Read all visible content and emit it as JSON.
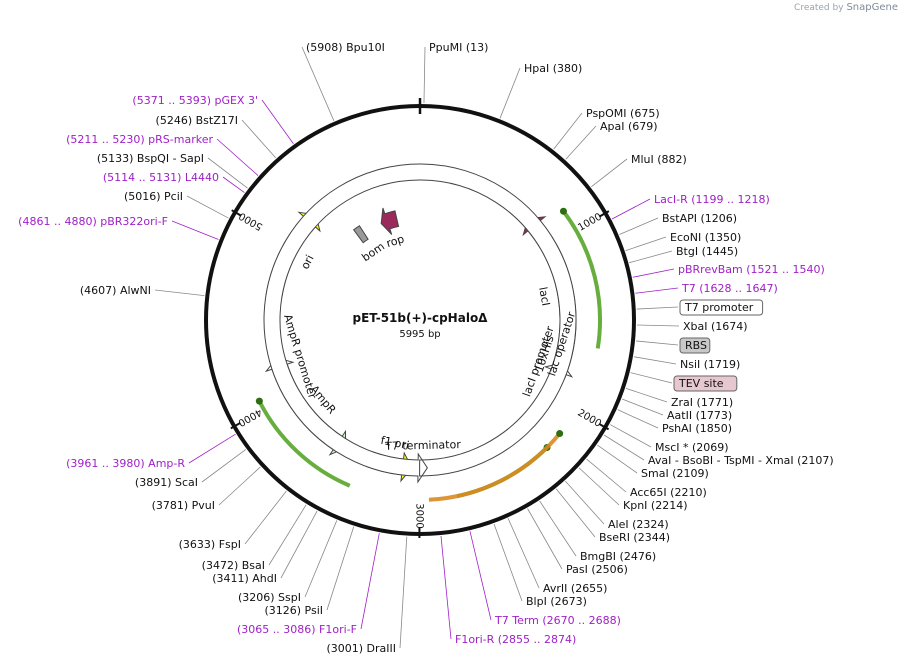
{
  "credit": {
    "prefix": "Created by",
    "brand": "SnapGene"
  },
  "plasmid": {
    "name": "pET-51b(+)-cpHaloΔ",
    "length": 5995,
    "length_label": "5995 bp"
  },
  "colors": {
    "enzyme": "#111111",
    "primer": "#a020c8",
    "feature_purple": "#9b2a5c",
    "promoter_green": "#57a52a",
    "term_orange": "#d98a1f",
    "ori_yellow": "#ffff00",
    "amp_green": "#c8f7c8"
  },
  "ticks": [
    {
      "bp": 1000,
      "label": "1000"
    },
    {
      "bp": 2000,
      "label": "2000"
    },
    {
      "bp": 3000,
      "label": "3000"
    },
    {
      "bp": 4000,
      "label": "4000"
    },
    {
      "bp": 5000,
      "label": "5000"
    }
  ],
  "features": [
    {
      "name": "lacI",
      "start": 780,
      "end": 1860,
      "dir": -1,
      "color": "#9b2a5c",
      "label": "lacI",
      "label_color": "#ffffff"
    },
    {
      "name": "lacI-promoter",
      "start": 1780,
      "end": 1860,
      "dir": -1,
      "color": "#ffffff",
      "label": "lacI promoter",
      "label_color": "#111111"
    },
    {
      "name": "rop",
      "start": 5630,
      "end": 5780,
      "dir": -1,
      "color": "#9b2a5c",
      "label": "rop",
      "label_color": "#111111"
    },
    {
      "name": "bom",
      "start": 5390,
      "end": 5450,
      "dir": 0,
      "color": "#999999",
      "label": "bom",
      "label_color": "#111111"
    },
    {
      "name": "ori",
      "start": 4650,
      "end": 5250,
      "dir": 1,
      "color": "#ffff00",
      "label": "ori",
      "label_color": "#111111"
    },
    {
      "name": "AmpR-promoter",
      "start": 4180,
      "end": 4250,
      "dir": 1,
      "color": "#ffffff",
      "label": "AmpR promoter",
      "label_color": "#111111"
    },
    {
      "name": "AmpR",
      "start": 3500,
      "end": 4180,
      "dir": -1,
      "color": "#c8f7c8",
      "label": "AmpR",
      "label_color": "#111111"
    },
    {
      "name": "f1-ori",
      "start": 3050,
      "end": 3330,
      "dir": -1,
      "color": "#ffff00",
      "label": "f1 ori",
      "label_color": "#111111"
    },
    {
      "name": "T7-terminator",
      "start": 2950,
      "end": 3000,
      "dir": -1,
      "color": "#ffffff",
      "label": "T7 terminator",
      "label_color": "#111111"
    }
  ],
  "arcs": [
    {
      "start": 880,
      "end": 1650,
      "dir": -1,
      "color": "#57a52a"
    },
    {
      "start": 2250,
      "end": 2800,
      "dir": -1,
      "color": "#57a52a"
    },
    {
      "start": 3380,
      "end": 4050,
      "dir": 1,
      "color": "#57a52a"
    },
    {
      "start": 2150,
      "end": 2950,
      "dir": -1,
      "color": "#d98a1f"
    }
  ],
  "labels": [
    {
      "text": "(5908)  Bpu10I",
      "kind": "enzyme"
    },
    {
      "text": "PpuMI  (13)",
      "kind": "enzyme"
    },
    {
      "text": "HpaI  (380)",
      "kind": "enzyme"
    },
    {
      "text": "PspOMI  (675)",
      "kind": "enzyme"
    },
    {
      "text": "ApaI  (679)",
      "kind": "enzyme"
    },
    {
      "text": "MluI  (882)",
      "kind": "enzyme"
    },
    {
      "text": "LacI-R  (1199 .. 1218)",
      "kind": "primer"
    },
    {
      "text": "BstAPI  (1206)",
      "kind": "enzyme"
    },
    {
      "text": "EcoNI  (1350)",
      "kind": "enzyme"
    },
    {
      "text": "BtgI  (1445)",
      "kind": "enzyme"
    },
    {
      "text": "pBRrevBam  (1521 .. 1540)",
      "kind": "primer"
    },
    {
      "text": "T7  (1628 .. 1647)",
      "kind": "primer"
    },
    {
      "text": "T7 promoter",
      "kind": "boxed"
    },
    {
      "text": "XbaI  (1674)",
      "kind": "enzyme"
    },
    {
      "text": "RBS",
      "kind": "boxed-gray"
    },
    {
      "text": "NsiI  (1719)",
      "kind": "enzyme"
    },
    {
      "text": "TEV site",
      "kind": "boxed-pink"
    },
    {
      "text": "ZraI  (1771)",
      "kind": "enzyme"
    },
    {
      "text": "AatII  (1773)",
      "kind": "enzyme"
    },
    {
      "text": "PshAI  (1850)",
      "kind": "enzyme"
    },
    {
      "text": "MscI *  (2069)",
      "kind": "enzyme"
    },
    {
      "text": "AvaI  - BsoBI  - TspMI  - XmaI  (2107)",
      "kind": "enzyme"
    },
    {
      "text": "SmaI  (2109)",
      "kind": "enzyme"
    },
    {
      "text": "Acc65I  (2210)",
      "kind": "enzyme"
    },
    {
      "text": "KpnI  (2214)",
      "kind": "enzyme"
    },
    {
      "text": "AleI  (2324)",
      "kind": "enzyme"
    },
    {
      "text": "BseRI  (2344)",
      "kind": "enzyme"
    },
    {
      "text": "BmgBI  (2476)",
      "kind": "enzyme"
    },
    {
      "text": "PasI  (2506)",
      "kind": "enzyme"
    },
    {
      "text": "AvrII  (2655)",
      "kind": "enzyme"
    },
    {
      "text": "BlpI  (2673)",
      "kind": "enzyme"
    },
    {
      "text": "T7 Term  (2670 .. 2688)",
      "kind": "primer"
    },
    {
      "text": "F1ori-R  (2855 .. 2874)",
      "kind": "primer"
    },
    {
      "text": "(3001)  DraIII",
      "kind": "enzyme"
    },
    {
      "text": "(3065 .. 3086)  F1ori-F",
      "kind": "primer"
    },
    {
      "text": "(3126)  PsiI",
      "kind": "enzyme"
    },
    {
      "text": "(3206)  SspI",
      "kind": "enzyme"
    },
    {
      "text": "(3411)  AhdI",
      "kind": "enzyme"
    },
    {
      "text": "(3472)  BsaI",
      "kind": "enzyme"
    },
    {
      "text": "(3633)  FspI",
      "kind": "enzyme"
    },
    {
      "text": "(3781)  PvuI",
      "kind": "enzyme"
    },
    {
      "text": "(3891)  ScaI",
      "kind": "enzyme"
    },
    {
      "text": "(3961 .. 3980)  Amp-R",
      "kind": "primer"
    },
    {
      "text": "(4607)  AlwNI",
      "kind": "enzyme"
    },
    {
      "text": "(4861 .. 4880)  pBR322ori-F",
      "kind": "primer"
    },
    {
      "text": "(5016)  PciI",
      "kind": "enzyme"
    },
    {
      "text": "(5114 .. 5131)  L4440",
      "kind": "primer"
    },
    {
      "text": "(5133)  BspQI  - SapI",
      "kind": "enzyme"
    },
    {
      "text": "(5211 .. 5230)  pRS-marker",
      "kind": "primer"
    },
    {
      "text": "(5246)  BstZ17I",
      "kind": "enzyme"
    },
    {
      "text": "(5371 .. 5393)  pGEX 3'",
      "kind": "primer"
    }
  ],
  "inner_labels": [
    {
      "text": "lac operator"
    },
    {
      "text": "10xHis"
    }
  ]
}
